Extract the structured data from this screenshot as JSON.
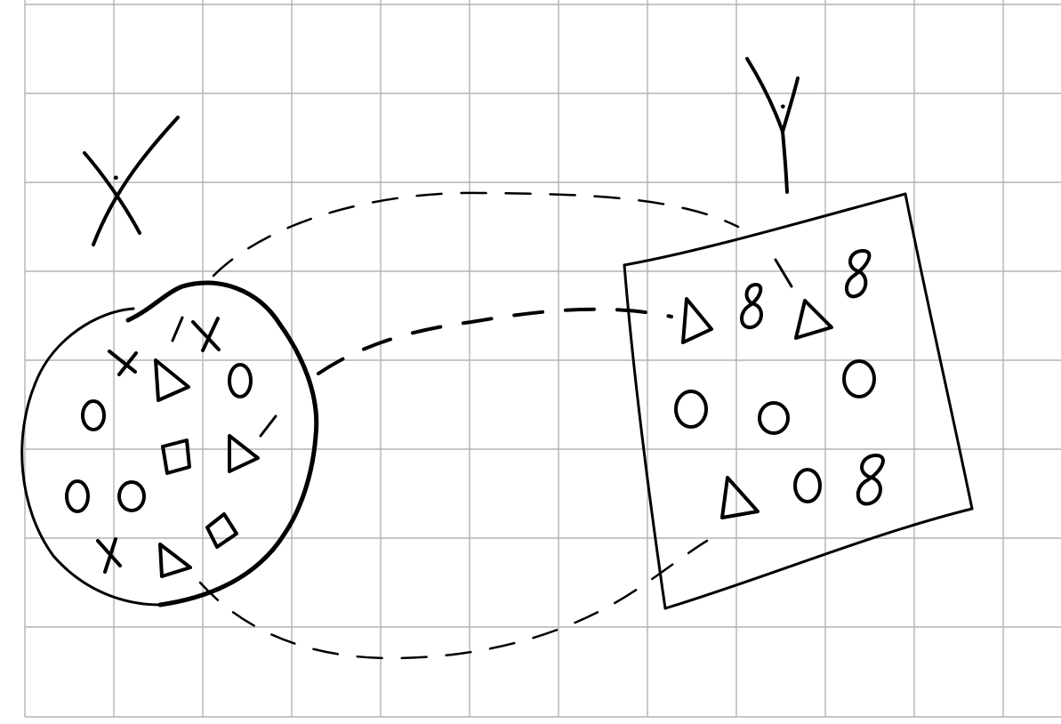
{
  "diagram": {
    "set_x_label": "X",
    "set_y_label": "Y",
    "colors": {
      "ink": "#000000",
      "grid": "#b3b3b3",
      "paper": "#ffffff"
    },
    "set_x_shapes": [
      "cross",
      "cross",
      "cross",
      "triangle",
      "triangle",
      "triangle",
      "circle",
      "circle",
      "circle",
      "circle",
      "square",
      "square"
    ],
    "set_y_shapes": [
      "triangle",
      "eight",
      "triangle",
      "eight",
      "circle",
      "circle",
      "circle",
      "triangle",
      "circle",
      "eight"
    ]
  }
}
